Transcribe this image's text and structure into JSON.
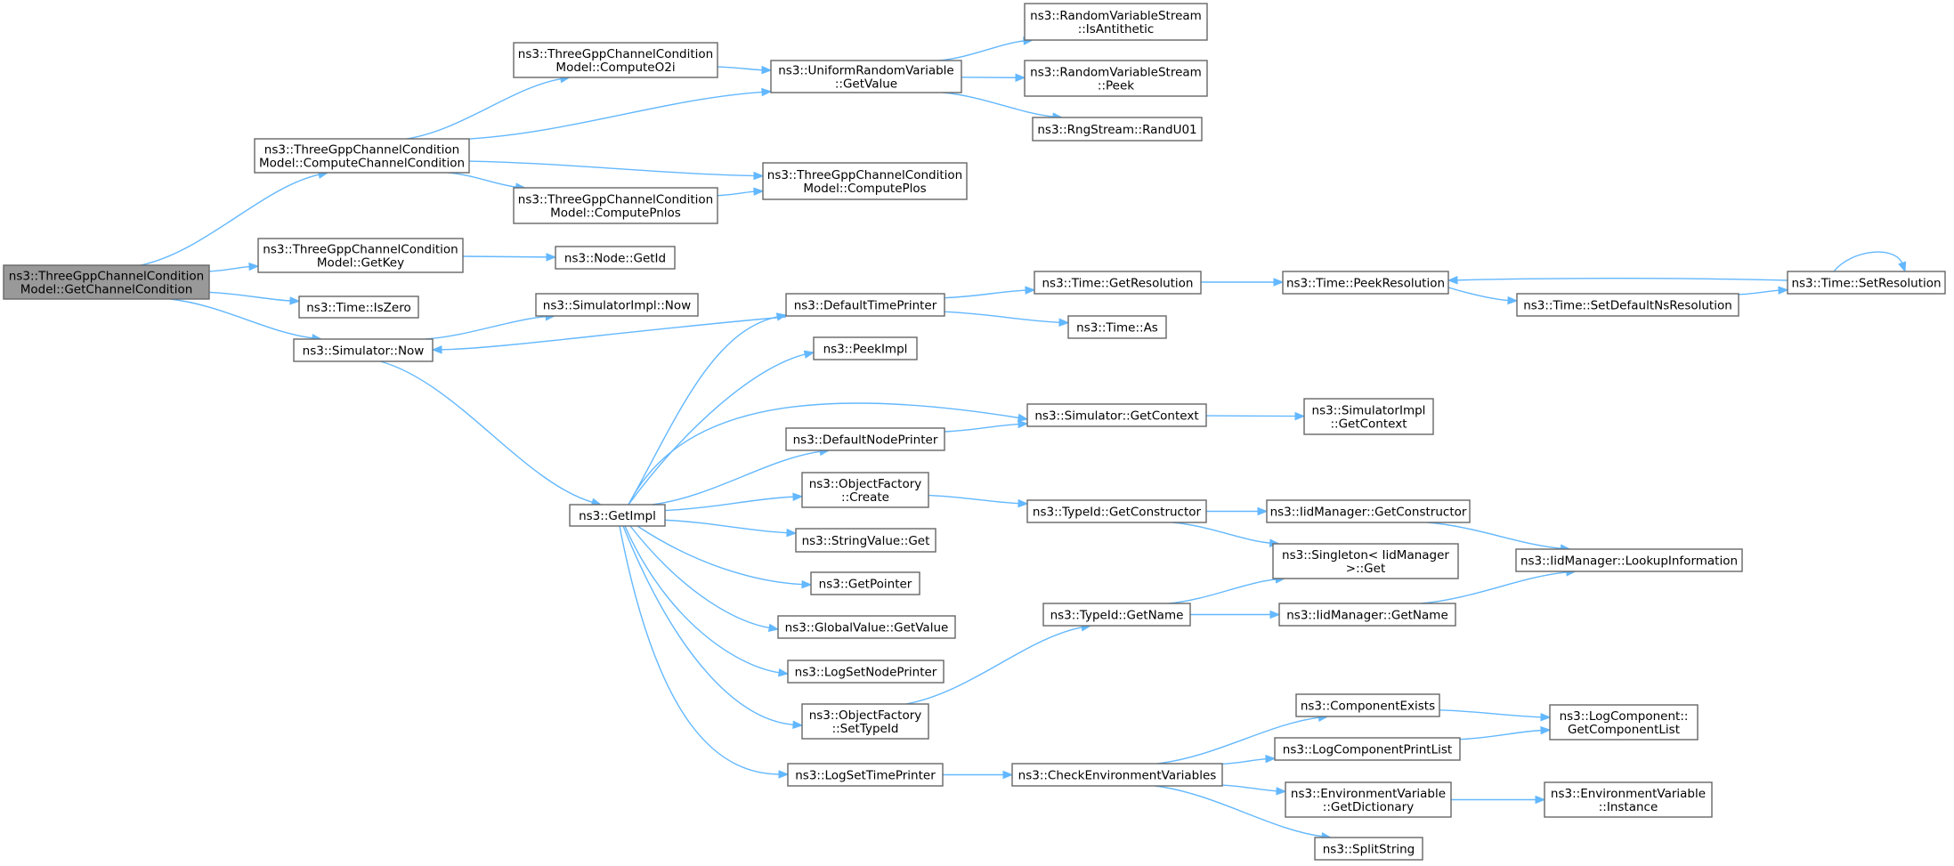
{
  "colors": {
    "edge": "#63b8ff",
    "node_border": "#666666",
    "root_fill": "#999999",
    "node_fill": "#ffffff"
  },
  "nodes": [
    {
      "id": "root",
      "lines": [
        "ns3::ThreeGppChannelCondition",
        "Model::GetChannelCondition"
      ],
      "root": true
    },
    {
      "id": "cc",
      "lines": [
        "ns3::ThreeGppChannelCondition",
        "Model::ComputeChannelCondition"
      ]
    },
    {
      "id": "gk",
      "lines": [
        "ns3::ThreeGppChannelCondition",
        "Model::GetKey"
      ]
    },
    {
      "id": "iz",
      "lines": [
        "ns3::Time::IsZero"
      ]
    },
    {
      "id": "snow",
      "lines": [
        "ns3::Simulator::Now"
      ]
    },
    {
      "id": "o2i",
      "lines": [
        "ns3::ThreeGppChannelCondition",
        "Model::ComputeO2i"
      ]
    },
    {
      "id": "pnlos",
      "lines": [
        "ns3::ThreeGppChannelCondition",
        "Model::ComputePnlos"
      ]
    },
    {
      "id": "urv",
      "lines": [
        "ns3::UniformRandomVariable",
        "::GetValue"
      ]
    },
    {
      "id": "plos",
      "lines": [
        "ns3::ThreeGppChannelCondition",
        "Model::ComputePlos"
      ]
    },
    {
      "id": "anti",
      "lines": [
        "ns3::RandomVariableStream",
        "::IsAntithetic"
      ]
    },
    {
      "id": "peek",
      "lines": [
        "ns3::RandomVariableStream",
        "::Peek"
      ]
    },
    {
      "id": "rand",
      "lines": [
        "ns3::RngStream::RandU01"
      ]
    },
    {
      "id": "nodeid",
      "lines": [
        "ns3::Node::GetId"
      ]
    },
    {
      "id": "simplnow",
      "lines": [
        "ns3::SimulatorImpl::Now"
      ]
    },
    {
      "id": "getimpl",
      "lines": [
        "ns3::GetImpl"
      ]
    },
    {
      "id": "dtp",
      "lines": [
        "ns3::DefaultTimePrinter"
      ]
    },
    {
      "id": "peekimpl",
      "lines": [
        "ns3::PeekImpl"
      ]
    },
    {
      "id": "dnp",
      "lines": [
        "ns3::DefaultNodePrinter"
      ]
    },
    {
      "id": "ofc",
      "lines": [
        "ns3::ObjectFactory",
        "::Create"
      ]
    },
    {
      "id": "svg",
      "lines": [
        "ns3::StringValue::Get"
      ]
    },
    {
      "id": "gp",
      "lines": [
        "ns3::GetPointer"
      ]
    },
    {
      "id": "gvg",
      "lines": [
        "ns3::GlobalValue::GetValue"
      ]
    },
    {
      "id": "lsnp",
      "lines": [
        "ns3::LogSetNodePrinter"
      ]
    },
    {
      "id": "ofst",
      "lines": [
        "ns3::ObjectFactory",
        "::SetTypeId"
      ]
    },
    {
      "id": "lstp",
      "lines": [
        "ns3::LogSetTimePrinter"
      ]
    },
    {
      "id": "tgr",
      "lines": [
        "ns3::Time::GetResolution"
      ]
    },
    {
      "id": "tas",
      "lines": [
        "ns3::Time::As"
      ]
    },
    {
      "id": "sgc",
      "lines": [
        "ns3::Simulator::GetContext"
      ]
    },
    {
      "id": "tgc",
      "lines": [
        "ns3::TypeId::GetConstructor"
      ]
    },
    {
      "id": "tgn",
      "lines": [
        "ns3::TypeId::GetName"
      ]
    },
    {
      "id": "cev",
      "lines": [
        "ns3::CheckEnvironmentVariables"
      ]
    },
    {
      "id": "tpr",
      "lines": [
        "ns3::Time::PeekResolution"
      ]
    },
    {
      "id": "sigc",
      "lines": [
        "ns3::SimulatorImpl",
        "::GetContext"
      ]
    },
    {
      "id": "imgc",
      "lines": [
        "ns3::IidManager::GetConstructor"
      ]
    },
    {
      "id": "sing",
      "lines": [
        "ns3::Singleton< IidManager",
        ">::Get"
      ]
    },
    {
      "id": "imgn",
      "lines": [
        "ns3::IidManager::GetName"
      ]
    },
    {
      "id": "ce",
      "lines": [
        "ns3::ComponentExists"
      ]
    },
    {
      "id": "lcpl",
      "lines": [
        "ns3::LogComponentPrintList"
      ]
    },
    {
      "id": "evgd",
      "lines": [
        "ns3::EnvironmentVariable",
        "::GetDictionary"
      ]
    },
    {
      "id": "ss",
      "lines": [
        "ns3::SplitString"
      ]
    },
    {
      "id": "tsdnr",
      "lines": [
        "ns3::Time::SetDefaultNsResolution"
      ]
    },
    {
      "id": "tsr",
      "lines": [
        "ns3::Time::SetResolution"
      ]
    },
    {
      "id": "imli",
      "lines": [
        "ns3::IidManager::LookupInformation"
      ]
    },
    {
      "id": "lcgcl",
      "lines": [
        "ns3::LogComponent::",
        "GetComponentList"
      ]
    },
    {
      "id": "evi",
      "lines": [
        "ns3::EnvironmentVariable",
        "::Instance"
      ]
    }
  ],
  "edges": [
    [
      "root",
      "cc"
    ],
    [
      "root",
      "gk"
    ],
    [
      "root",
      "iz"
    ],
    [
      "root",
      "snow"
    ],
    [
      "cc",
      "o2i"
    ],
    [
      "cc",
      "urv"
    ],
    [
      "cc",
      "plos"
    ],
    [
      "cc",
      "pnlos"
    ],
    [
      "o2i",
      "urv"
    ],
    [
      "pnlos",
      "plos"
    ],
    [
      "urv",
      "anti"
    ],
    [
      "urv",
      "peek"
    ],
    [
      "urv",
      "rand"
    ],
    [
      "gk",
      "nodeid"
    ],
    [
      "snow",
      "simplnow"
    ],
    [
      "snow",
      "getimpl"
    ],
    [
      "dtp",
      "snow"
    ],
    [
      "dtp",
      "tgr"
    ],
    [
      "dtp",
      "tas"
    ],
    [
      "getimpl",
      "dtp"
    ],
    [
      "getimpl",
      "peekimpl"
    ],
    [
      "getimpl",
      "sgc"
    ],
    [
      "getimpl",
      "dnp"
    ],
    [
      "getimpl",
      "ofc"
    ],
    [
      "getimpl",
      "svg"
    ],
    [
      "getimpl",
      "gp"
    ],
    [
      "getimpl",
      "gvg"
    ],
    [
      "getimpl",
      "lsnp"
    ],
    [
      "getimpl",
      "ofst"
    ],
    [
      "getimpl",
      "lstp"
    ],
    [
      "dnp",
      "sgc"
    ],
    [
      "sgc",
      "sigc"
    ],
    [
      "ofc",
      "tgc"
    ],
    [
      "tgc",
      "imgc"
    ],
    [
      "tgc",
      "sing"
    ],
    [
      "imgc",
      "imli"
    ],
    [
      "ofst",
      "tgn"
    ],
    [
      "tgn",
      "sing"
    ],
    [
      "tgn",
      "imgn"
    ],
    [
      "imgn",
      "imli"
    ],
    [
      "lstp",
      "cev"
    ],
    [
      "cev",
      "ce"
    ],
    [
      "cev",
      "lcpl"
    ],
    [
      "cev",
      "evgd"
    ],
    [
      "cev",
      "ss"
    ],
    [
      "ce",
      "lcgcl"
    ],
    [
      "lcpl",
      "lcgcl"
    ],
    [
      "evgd",
      "evi"
    ],
    [
      "tgr",
      "tpr"
    ],
    [
      "tpr",
      "tsdnr"
    ],
    [
      "tsdnr",
      "tsr"
    ],
    [
      "tsr",
      "tpr"
    ],
    [
      "tsr",
      "tsr"
    ]
  ]
}
